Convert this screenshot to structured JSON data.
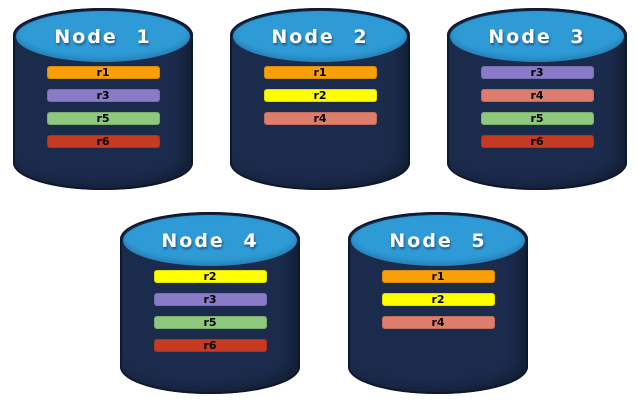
{
  "nodes": [
    {
      "label": "Node 1",
      "replicas": [
        "r1",
        "r3",
        "r5",
        "r6"
      ]
    },
    {
      "label": "Node 2",
      "replicas": [
        "r1",
        "r2",
        "r4"
      ]
    },
    {
      "label": "Node 3",
      "replicas": [
        "r3",
        "r4",
        "r5",
        "r6"
      ]
    },
    {
      "label": "Node 4",
      "replicas": [
        "r2",
        "r3",
        "r5",
        "r6"
      ]
    },
    {
      "label": "Node 5",
      "replicas": [
        "r1",
        "r2",
        "r4"
      ]
    }
  ],
  "colors": {
    "cylinder_body": "#1B2B4C",
    "cylinder_top": "#2F9BD6",
    "page_background": "#FFFFFF",
    "title_text": "#FFFFFF",
    "replica_label_text": "#000000",
    "replicas": {
      "r1": "#F9A009",
      "r2": "#FFFF00",
      "r3": "#8A7BC8",
      "r4": "#DD7E6C",
      "r5": "#8DC87E",
      "r6": "#C73A22"
    }
  }
}
